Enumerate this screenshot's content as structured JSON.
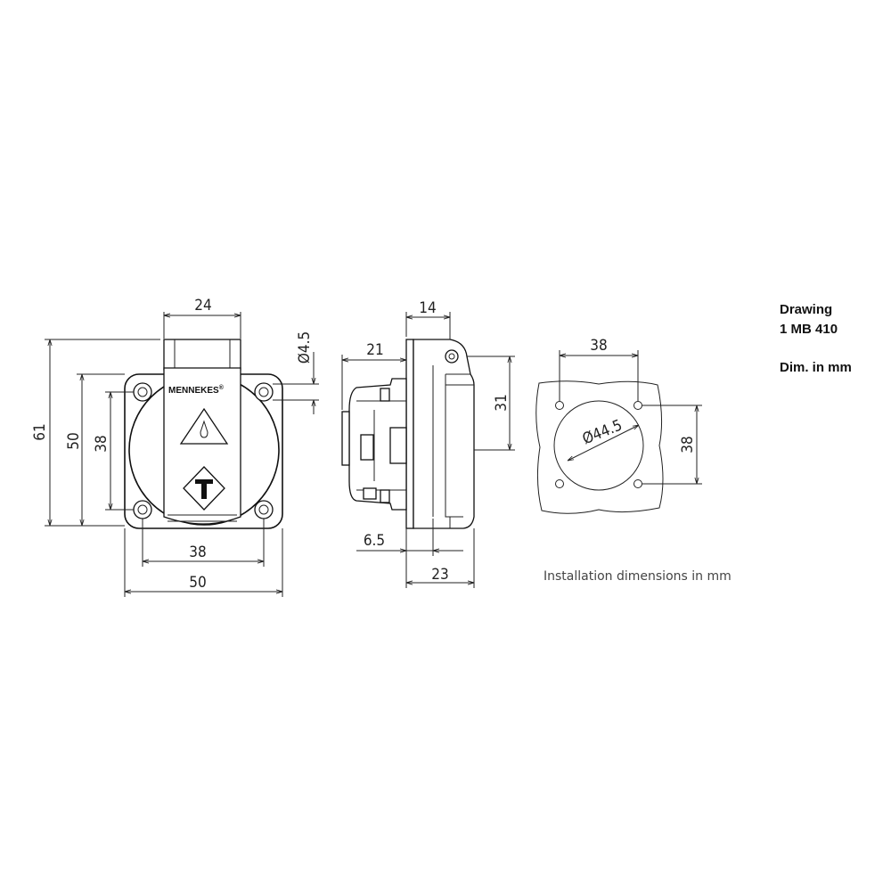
{
  "title_block": {
    "line1": "Drawing",
    "line2": "1 MB 410",
    "line3": "Dim. in mm"
  },
  "front_view": {
    "brand": "MENNEKES",
    "brand_mark": "®",
    "dim_top": "24",
    "dim_height_outer": "61",
    "dim_height_plate": "50",
    "dim_height_holes": "38",
    "dim_width_holes": "38",
    "dim_width_plate": "50",
    "dim_hole_dia": "Ø4.5"
  },
  "side_view": {
    "dim_top": "14",
    "dim_depth": "21",
    "dim_height": "31",
    "dim_offset": "6.5",
    "dim_total": "23"
  },
  "cutout_view": {
    "dim_width": "38",
    "dim_height": "38",
    "dim_dia": "Ø44.5"
  },
  "caption": "Installation dimensions in mm"
}
